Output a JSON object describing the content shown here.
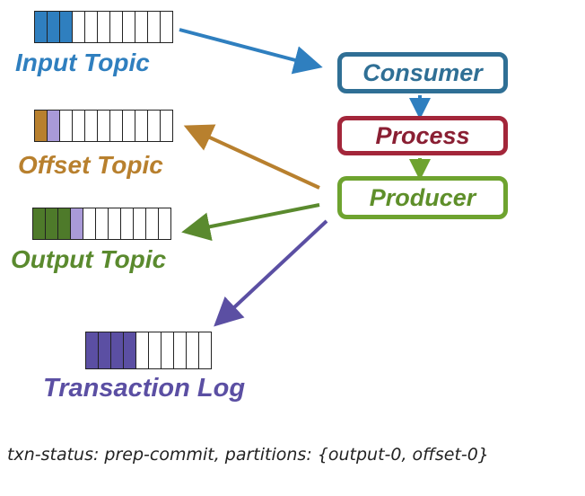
{
  "colors": {
    "input": "#2f7fbf",
    "offset": "#b8802e",
    "output": "#5a8a2e",
    "txn": "#5b4fa3",
    "consumer": "#2f6f95",
    "process": "#a3263a",
    "producer": "#6ea32f",
    "lavender": "#a99ad8"
  },
  "topics": {
    "input": {
      "label": "Input Topic"
    },
    "offset": {
      "label": "Offset Topic"
    },
    "output": {
      "label": "Output Topic"
    },
    "txn": {
      "label": "Transaction Log"
    }
  },
  "boxes": {
    "consumer": "Consumer",
    "process": "Process",
    "producer": "Producer"
  },
  "caption": "txn-status: prep-commit, partitions: {output-0, offset-0}"
}
